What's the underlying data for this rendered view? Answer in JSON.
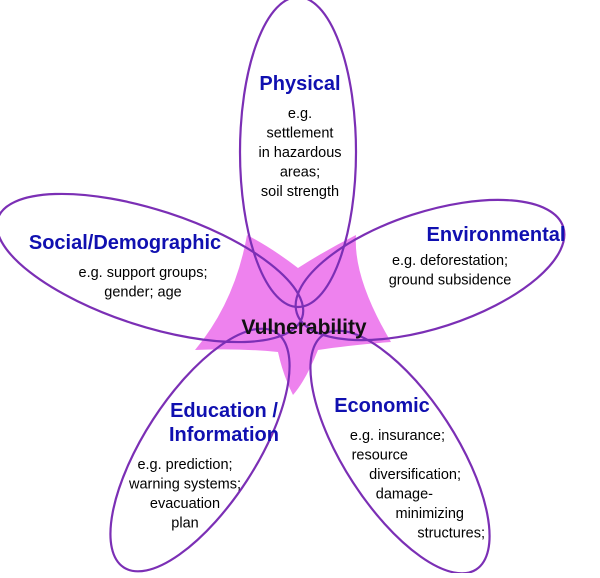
{
  "colors": {
    "outline": "#7b2fb5",
    "title": "#1010b0",
    "text": "#000000",
    "center_fill": "#ee82ee"
  },
  "center": {
    "label": "Vulnerability"
  },
  "petals": [
    {
      "id": "physical",
      "title_lines": [
        "Physical"
      ],
      "body_lines": [
        "e.g.",
        "settlement",
        "in hazardous",
        "areas;",
        "soil strength"
      ]
    },
    {
      "id": "environmental",
      "title_lines": [
        "Environmental"
      ],
      "body_lines": [
        "e.g. deforestation;",
        "ground subsidence"
      ]
    },
    {
      "id": "economic",
      "title_lines": [
        "Economic"
      ],
      "body_lines": [
        "e.g. insurance;",
        "resource",
        "diversification;",
        "damage-",
        "minimizing",
        "structures;"
      ]
    },
    {
      "id": "education",
      "title_lines": [
        "Education /",
        "Information"
      ],
      "body_lines": [
        "e.g. prediction;",
        "warning systems;",
        "evacuation",
        "plan"
      ]
    },
    {
      "id": "social",
      "title_lines": [
        "Social/Demographic"
      ],
      "body_lines": [
        "e.g. support groups;",
        "gender; age"
      ]
    }
  ]
}
